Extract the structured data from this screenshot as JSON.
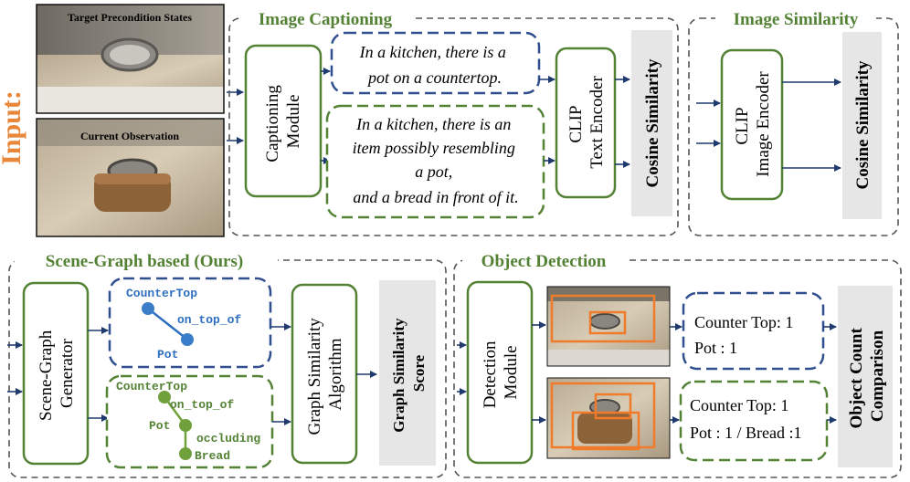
{
  "input_label": "Input:",
  "photos": {
    "target_label": "Target Precondition States",
    "current_label": "Current Observation"
  },
  "image_captioning": {
    "title": "Image Captioning",
    "module": [
      "Captioning",
      "Module"
    ],
    "caption_target": [
      "In a kitchen, there is a",
      "pot on a countertop."
    ],
    "caption_current": [
      "In a kitchen, there is an",
      "item possibly resembling",
      "a pot,",
      "and a bread in front of it."
    ],
    "encoder": [
      "CLIP",
      "Text Encoder"
    ],
    "metric": "Cosine Similarity"
  },
  "image_similarity": {
    "title": "Image Similarity",
    "encoder": [
      "CLIP",
      "Image Encoder"
    ],
    "metric": "Cosine Similarity"
  },
  "scene_graph": {
    "title": "Scene-Graph based (Ours)",
    "generator": [
      "Scene-Graph",
      "Generator"
    ],
    "graph_target": {
      "node_top": "CounterTop",
      "edge": "on_top_of",
      "node_bottom": "Pot"
    },
    "graph_current": {
      "node_top": "CounterTop",
      "edge1": "on_top_of",
      "node_mid": "Pot",
      "edge2": "occluding",
      "node_bottom": "Bread"
    },
    "algorithm": [
      "Graph Similarity",
      "Algorithm"
    ],
    "metric": [
      "Graph Similarity",
      "Score"
    ]
  },
  "object_detection": {
    "title": "Object Detection",
    "module": [
      "Detection",
      "Module"
    ],
    "counts_target": [
      "Counter Top: 1",
      "Pot : 1"
    ],
    "counts_current": [
      "Counter Top: 1",
      "Pot : 1 / Bread :1"
    ],
    "metric": [
      "Object Count",
      "Comparison"
    ]
  },
  "colors": {
    "green": "#548235",
    "blue": "#2F4F8F",
    "orange": "#E8873A",
    "gray_dash": "#555555",
    "metric_bg": "#E6E6E6"
  }
}
